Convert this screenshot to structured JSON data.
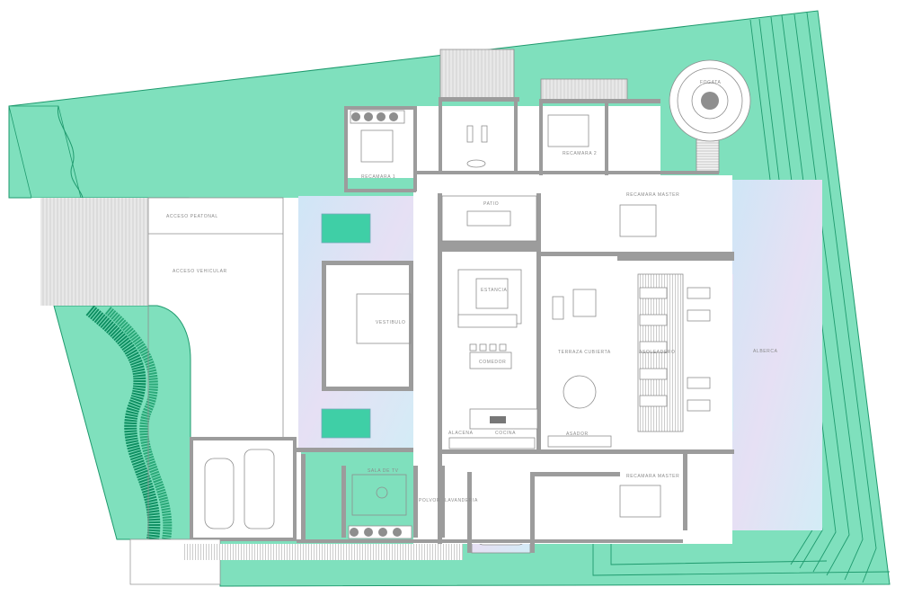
{
  "plan": {
    "rooms": {
      "acceso_peatonal": "ACCESO PEATONAL",
      "acceso_vehicular": "ACCESO VEHICULAR",
      "vestibulo": "VESTIBULO",
      "patio": "PATIO",
      "estancia": "ESTANCIA",
      "comedor": "COMEDOR",
      "terraza_cubierta": "TERRAZA CUBIERTA",
      "asoleadero": "ASOLEADERO",
      "alberca": "ALBERCA",
      "recamara_master_top": "RECAMARA MASTER",
      "recamara_master_bottom": "RECAMARA MASTER",
      "recamara_1": "RECAMARA 1",
      "recamara_2": "RECAMARA 2",
      "fogata": "FOGATA",
      "alacena": "ALACENA",
      "cocina": "COCINA",
      "asador": "ASADOR",
      "sala_tv": "SALA DE TV",
      "polvor": "POLVOR",
      "lavanderia": "LAVANDERIA"
    },
    "colors": {
      "lawn": "#7fe0bd",
      "lawn_edge": "#1f9a6e",
      "pool": "#dbe8f8",
      "jacuzzi": "#3fcfa6",
      "wall": "#9c9c9c",
      "paving": "#dcdcdc"
    }
  }
}
